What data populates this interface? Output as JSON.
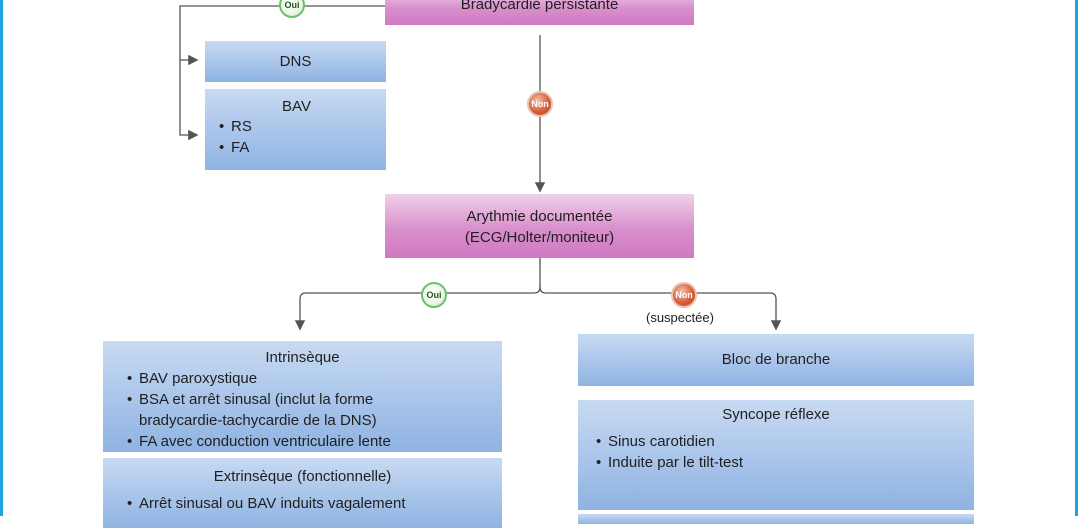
{
  "nodes": {
    "persistent": "Bradycardie persistante",
    "dns": "DNS",
    "bav_title": "BAV",
    "bav_items": [
      "RS",
      "FA"
    ],
    "arythmie_line1": "Arythmie documentée",
    "arythmie_line2": "(ECG/Holter/moniteur)",
    "intrinseque_title": "Intrinsèque",
    "intrinseque_items": [
      "BAV paroxystique",
      "BSA et arrêt sinusal (inclut la forme bradycardie-tachycardie de la DNS)",
      "FA avec conduction ventriculaire lente"
    ],
    "extrinseque_title": "Extrinsèque (fonctionnelle)",
    "extrinseque_items": [
      "Arrêt sinusal ou BAV induits vagalement"
    ],
    "bloc": "Bloc de branche",
    "syncope_title": "Syncope réflexe",
    "syncope_items": [
      "Sinus carotidien",
      "Induite par le tilt-test"
    ]
  },
  "labels": {
    "oui": "Oui",
    "non": "Non",
    "suspectee": "(suspectée)"
  },
  "colors": {
    "frame": "#1aa3dc",
    "pink_box": "#d98fcc",
    "blue_box": "#a8c4ea",
    "oui_badge": "#6cc06a",
    "non_badge": "#d9603c",
    "arrow": "#555555"
  }
}
